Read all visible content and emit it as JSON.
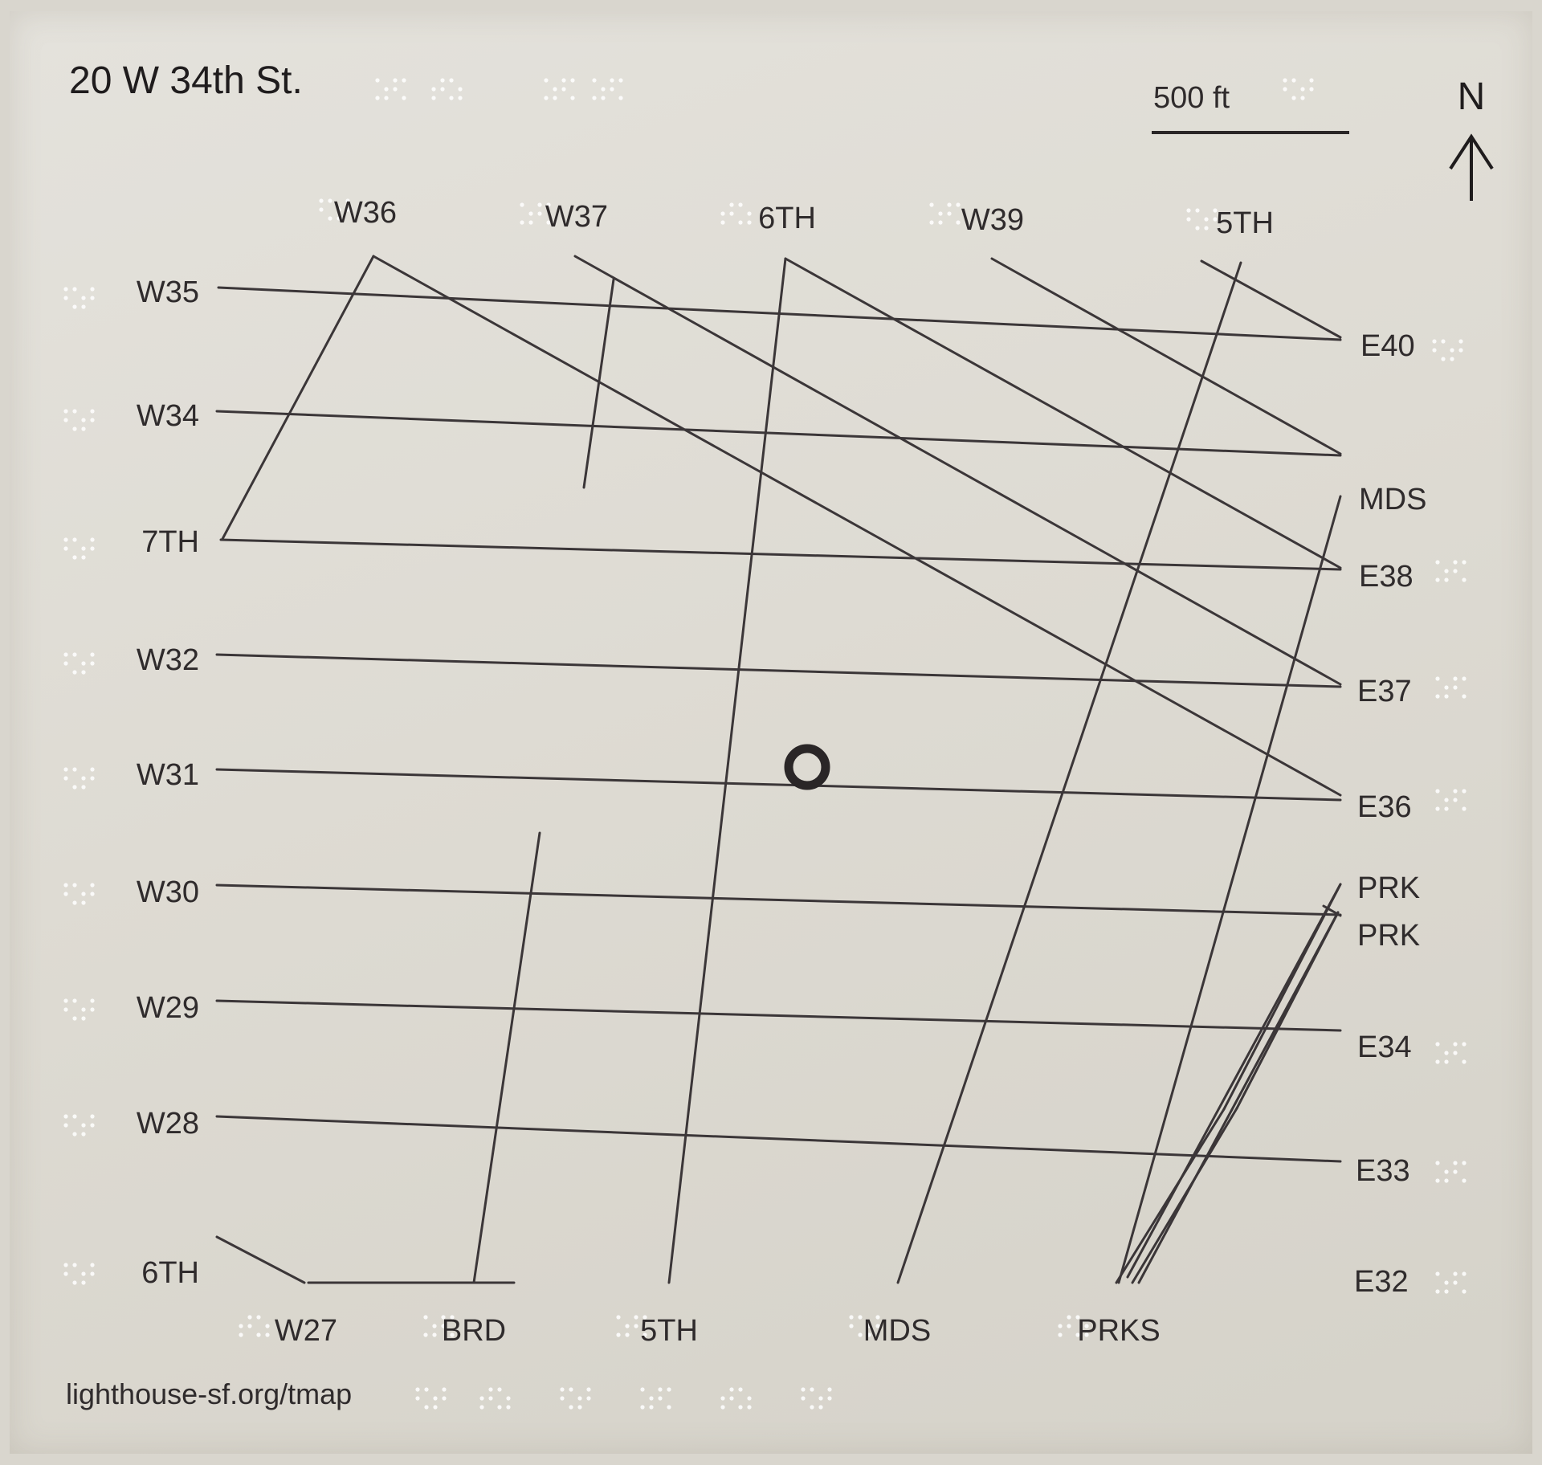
{
  "title": "20 W 34th St.",
  "scale_label": "500 ft",
  "north_label": "N",
  "footer_url": "lighthouse-sf.org/tmap",
  "labels": {
    "top": [
      "W36",
      "W37",
      "6TH",
      "W39",
      "5TH"
    ],
    "left": [
      "W35",
      "W34",
      "7TH",
      "W32",
      "W31",
      "W30",
      "W29",
      "W28",
      "6TH"
    ],
    "right": [
      "E40",
      "MDS",
      "E38",
      "E37",
      "E36",
      "PRK",
      "PRK",
      "E34",
      "E33",
      "E32"
    ],
    "bottom": [
      "W27",
      "BRD",
      "5TH",
      "MDS",
      "PRKS"
    ]
  },
  "colors": {
    "paper": "#e0ddd6",
    "ink": "#3b3638",
    "text": "#2f2b2c"
  },
  "icons": {
    "north_arrow": "arrow-up-icon",
    "location_marker": "ring-marker-icon"
  }
}
